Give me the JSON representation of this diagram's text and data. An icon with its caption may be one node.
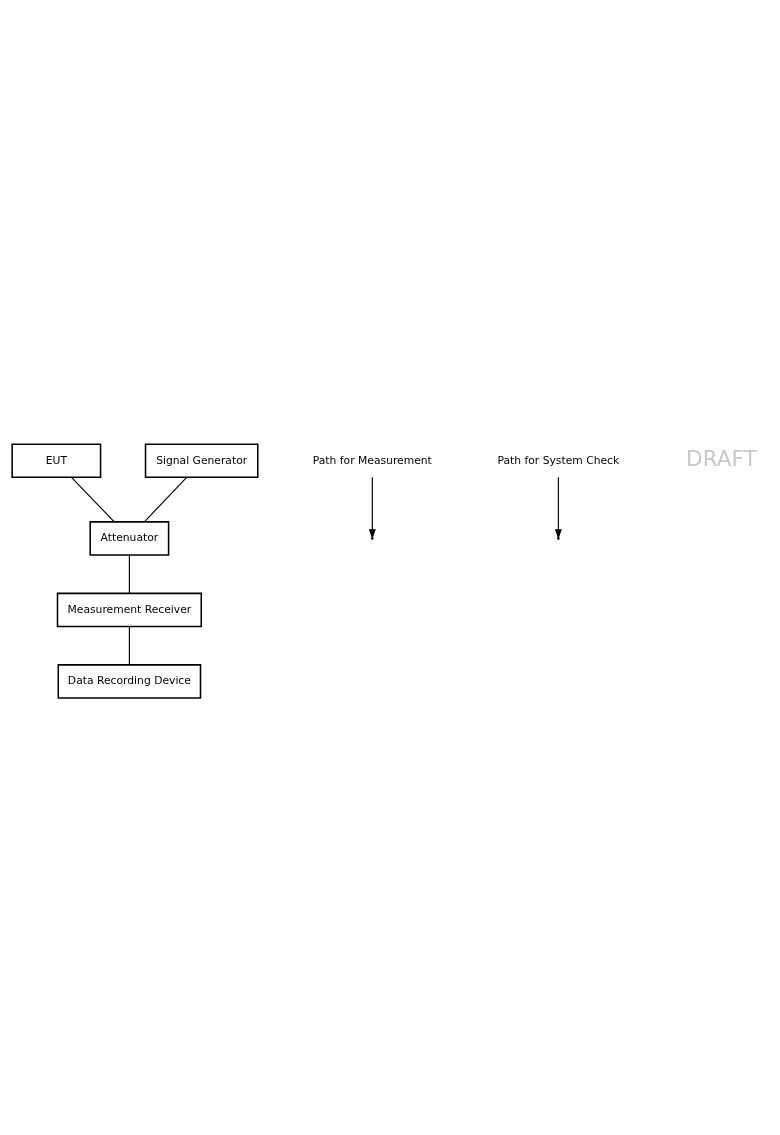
{
  "diagram": {
    "nodes": [
      {
        "text": [
          "EUT"
        ]
      },
      {
        "text": [
          "Signal Generator"
        ]
      },
      {
        "text": [
          "Path for Measurement"
        ]
      },
      {
        "text": [
          "Path for System Check"
        ]
      },
      {
        "text": [
          "Attenuator"
        ]
      },
      {
        "text": [
          "Measurement Receiver"
        ]
      },
      {
        "text": [
          "Data Recording Device"
        ]
      }
    ],
    "edges": [
      {
        "from": 0,
        "to": 4,
        "arrow": "none"
      },
      {
        "from": 1,
        "to": 4,
        "arrow": "none"
      },
      {
        "from": 2,
        "to": null,
        "arrow": "to"
      },
      {
        "from": 3,
        "to": null,
        "arrow": "to"
      },
      {
        "from": 4,
        "to": 5,
        "arrow": "none"
      },
      {
        "from": 5,
        "to": 6,
        "arrow": "none"
      }
    ],
    "labels": [
      "DRAFT"
    ]
  }
}
